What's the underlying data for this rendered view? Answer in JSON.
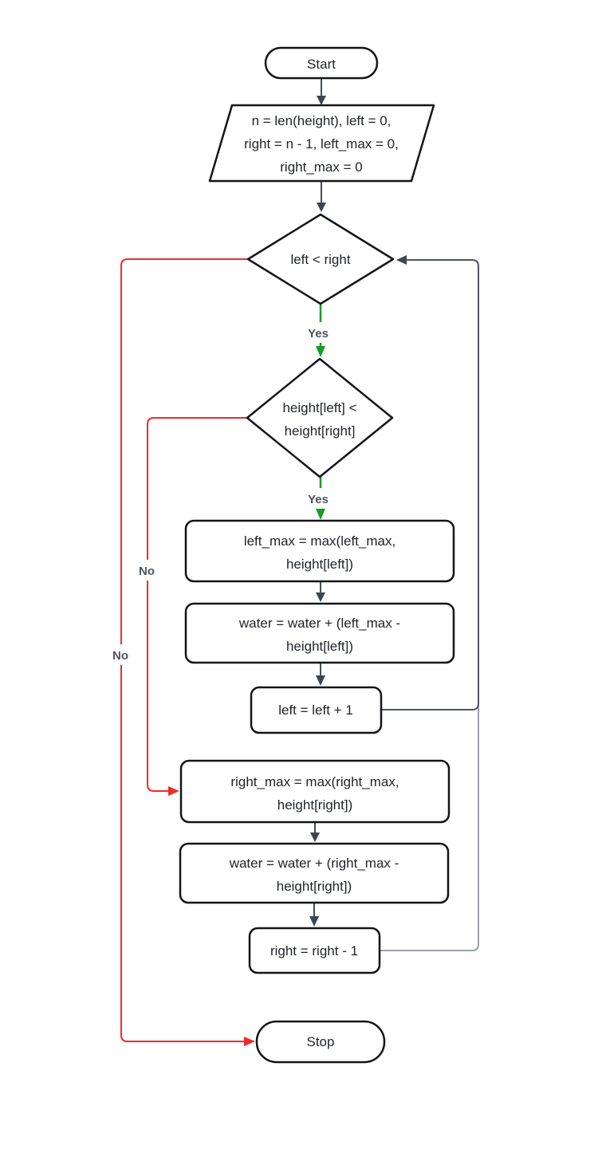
{
  "diagram": {
    "type": "flowchart",
    "title": "Trapping rain water two-pointer algorithm flowchart",
    "nodes": {
      "start": {
        "shape": "stadium",
        "label": "Start"
      },
      "init": {
        "shape": "parallelogram",
        "line1": "n = len(height), left = 0,",
        "line2": "right = n - 1, left_max = 0,",
        "line3": "right_max = 0"
      },
      "cond_loop": {
        "shape": "diamond",
        "label": "left < right"
      },
      "cond_height": {
        "shape": "diamond",
        "line1": "height[left] <",
        "line2": "height[right]"
      },
      "update_left_max": {
        "shape": "rect",
        "line1": "left_max = max(left_max,",
        "line2": "height[left])"
      },
      "add_water_left": {
        "shape": "rect",
        "line1": "water = water + (left_max -",
        "line2": "height[left])"
      },
      "inc_left": {
        "shape": "rect",
        "label": "left = left + 1"
      },
      "update_right_max": {
        "shape": "rect",
        "line1": "right_max = max(right_max,",
        "line2": "height[right])"
      },
      "add_water_right": {
        "shape": "rect",
        "line1": "water = water + (right_max -",
        "line2": "height[right])"
      },
      "dec_right": {
        "shape": "rect",
        "label": "right = right - 1"
      },
      "stop": {
        "shape": "stadium",
        "label": "Stop"
      }
    },
    "labels": {
      "yes_loop": "Yes",
      "yes_height": "Yes",
      "no_height": "No",
      "no_loop": "No"
    },
    "colors": {
      "background": "#ffffff",
      "node_fill": "#ffffff",
      "node_border": "#131519",
      "node_text": "#1f2328",
      "edge": "#454d57",
      "edge_arrow": "#3d4550",
      "loop_edge_dark": "#4d5660",
      "loop_edge_light": "#97a0a8",
      "yes_edge": "#149e20",
      "no_edge": "#ee2b2b",
      "label_text": "#4e555c"
    }
  }
}
